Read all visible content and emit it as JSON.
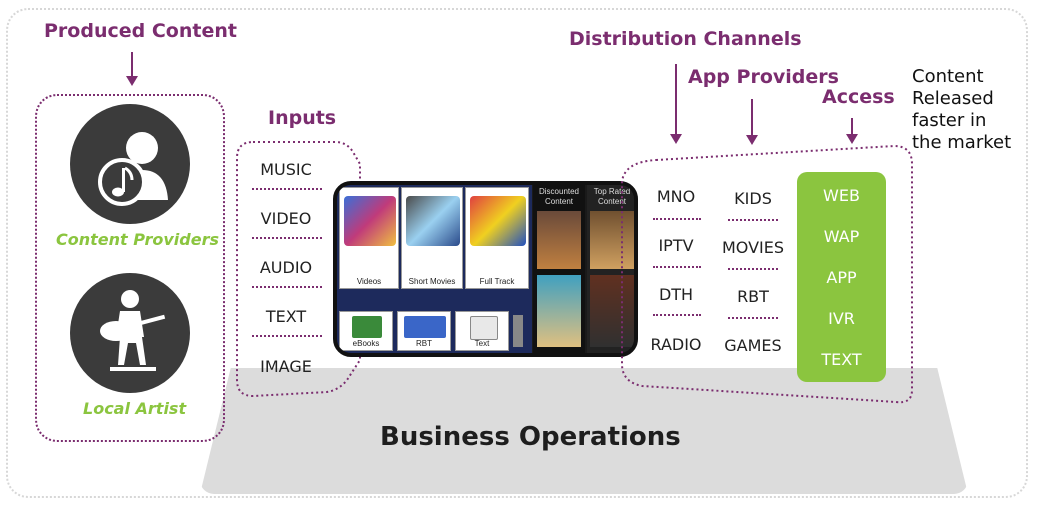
{
  "headings": {
    "produced_content": "Produced Content",
    "inputs": "Inputs",
    "distribution_channels": "Distribution Channels",
    "app_providers": "App Providers",
    "access": "Access"
  },
  "producers": {
    "content_providers": "Content Providers",
    "local_artist": "Local Artist"
  },
  "inputs": [
    "MUSIC",
    "VIDEO",
    "AUDIO",
    "TEXT",
    "IMAGE"
  ],
  "tablet": {
    "tiles_top": [
      "Videos",
      "Short Movies",
      "Full Track"
    ],
    "tiles_bottom": [
      "eBooks",
      "RBT",
      "Text"
    ],
    "side_panels": [
      "Discounted Content",
      "Top Rated Content"
    ]
  },
  "distribution": [
    "MNO",
    "IPTV",
    "DTH",
    "RADIO"
  ],
  "app_providers": [
    "KIDS",
    "MOVIES",
    "RBT",
    "GAMES"
  ],
  "access": [
    "WEB",
    "WAP",
    "APP",
    "IVR",
    "TEXT"
  ],
  "released_note": [
    "Content",
    "Released",
    "faster in",
    "the market"
  ],
  "base_label": "Business Operations",
  "colors": {
    "purple": "#7b2d6f",
    "green": "#8bc53f",
    "dark_circle": "#3b3b3b",
    "base_gray": "#dcdcdc"
  }
}
